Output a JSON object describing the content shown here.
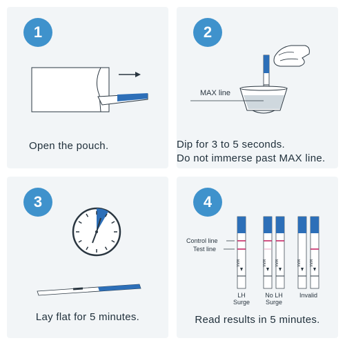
{
  "steps": [
    {
      "number": "1",
      "caption": "Open the pouch."
    },
    {
      "number": "2",
      "caption_line1": "Dip for 3 to 5 seconds.",
      "caption_line2": "Do not immerse past MAX line.",
      "label_max_line": "MAX line"
    },
    {
      "number": "3",
      "caption": "Lay flat for 5 minutes."
    },
    {
      "number": "4",
      "caption": "Read results in 5 minutes.",
      "label_control_line": "Control line",
      "label_test_line": "Test line",
      "strip_text": "MAX",
      "results": [
        {
          "line1": "LH",
          "line2": "Surge"
        },
        {
          "line1": "No  LH",
          "line2": "Surge"
        },
        {
          "line1": "Invalid",
          "line2": ""
        }
      ]
    }
  ],
  "colors": {
    "accent": "#3f92cc",
    "strip_blue": "#2d6fb8",
    "line_red": "#c2185b",
    "panel_bg": "#f2f5f7"
  }
}
